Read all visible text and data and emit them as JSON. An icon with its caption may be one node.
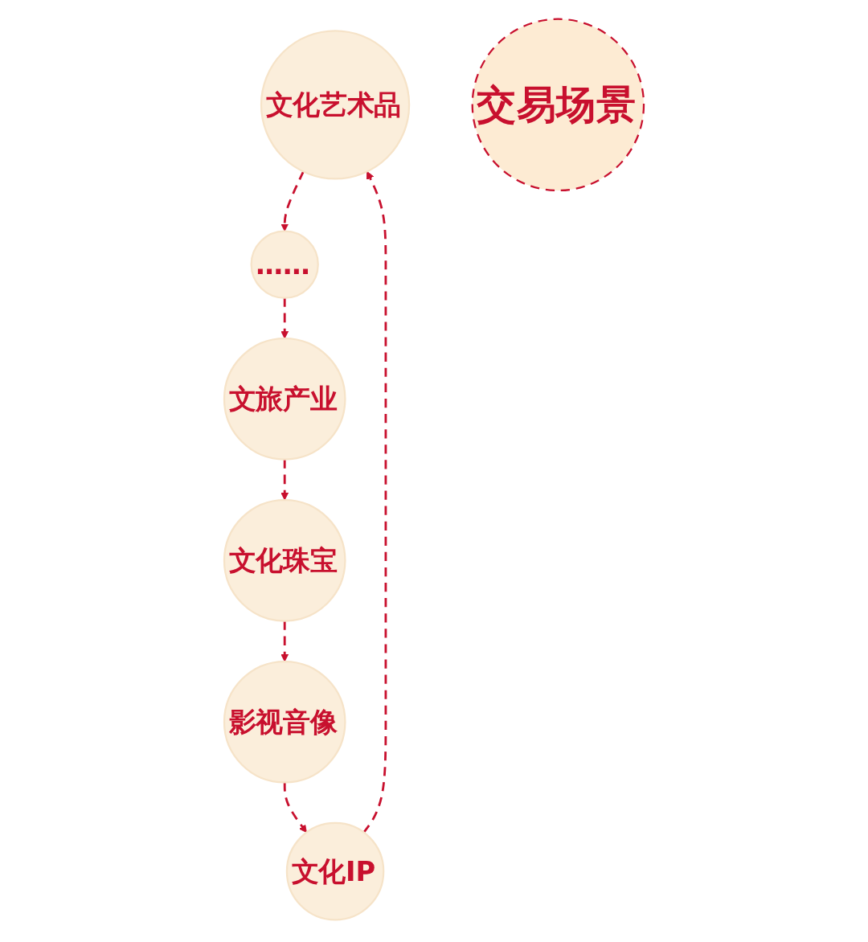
{
  "diagram": {
    "nodes": [
      {
        "text": [
          "文化艺术品"
        ]
      },
      {
        "text": [
          "……"
        ]
      },
      {
        "text": [
          "文化IP"
        ]
      },
      {
        "text": [
          "交易场景"
        ]
      },
      {
        "text": [
          "文旅产业"
        ]
      },
      {
        "text": [
          "影视音像"
        ]
      },
      {
        "text": [
          "文化珠宝"
        ]
      }
    ],
    "edges": [
      {
        "from": 0,
        "to": 1,
        "arrow": "to",
        "style": "dashed"
      },
      {
        "from": 1,
        "to": 4,
        "arrow": "to",
        "style": "dashed"
      },
      {
        "from": 4,
        "to": 6,
        "arrow": "to",
        "style": "dashed"
      },
      {
        "from": 6,
        "to": 5,
        "arrow": "to",
        "style": "dashed"
      },
      {
        "from": 5,
        "to": 2,
        "arrow": "to",
        "style": "dashed"
      },
      {
        "from": 2,
        "to": 0,
        "arrow": "to",
        "style": "dashed"
      }
    ]
  }
}
